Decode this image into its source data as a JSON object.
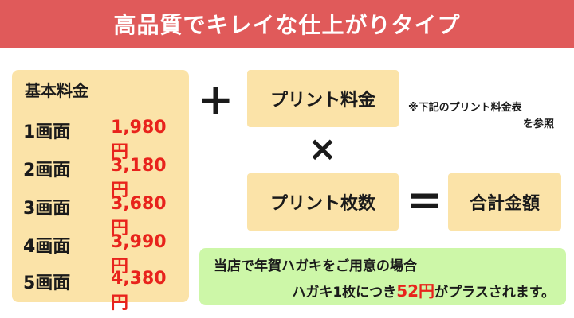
{
  "header": {
    "title": "高品質でキレイな仕上がりタイプ"
  },
  "price_panel": {
    "title": "基本料金",
    "rows": [
      {
        "faces": "1画面",
        "price": "1,980円"
      },
      {
        "faces": "2画面",
        "price": "3,180円"
      },
      {
        "faces": "3画面",
        "price": "3,680円"
      },
      {
        "faces": "4画面",
        "price": "3,990円"
      },
      {
        "faces": "5画面",
        "price": "4,380円"
      }
    ]
  },
  "formula": {
    "plus": "+",
    "times": "×",
    "equals": "=",
    "print_fee": "プリント料金",
    "print_count": "プリント枚数",
    "total": "合計金額",
    "note_line1": "※下記のプリント料金表",
    "note_line2": "を参照"
  },
  "bottom_note": {
    "line1": "当店で年賀ハガキをご用意の場合",
    "line2_prefix": "ハガキ1枚につき",
    "line2_amount": "52円",
    "line2_suffix": "がプラスされます。"
  },
  "colors": {
    "header_bg": "#e05a5a",
    "panel_bg": "#fbe3a8",
    "note_bg": "#cdf7a8",
    "price_red": "#e8231c"
  }
}
